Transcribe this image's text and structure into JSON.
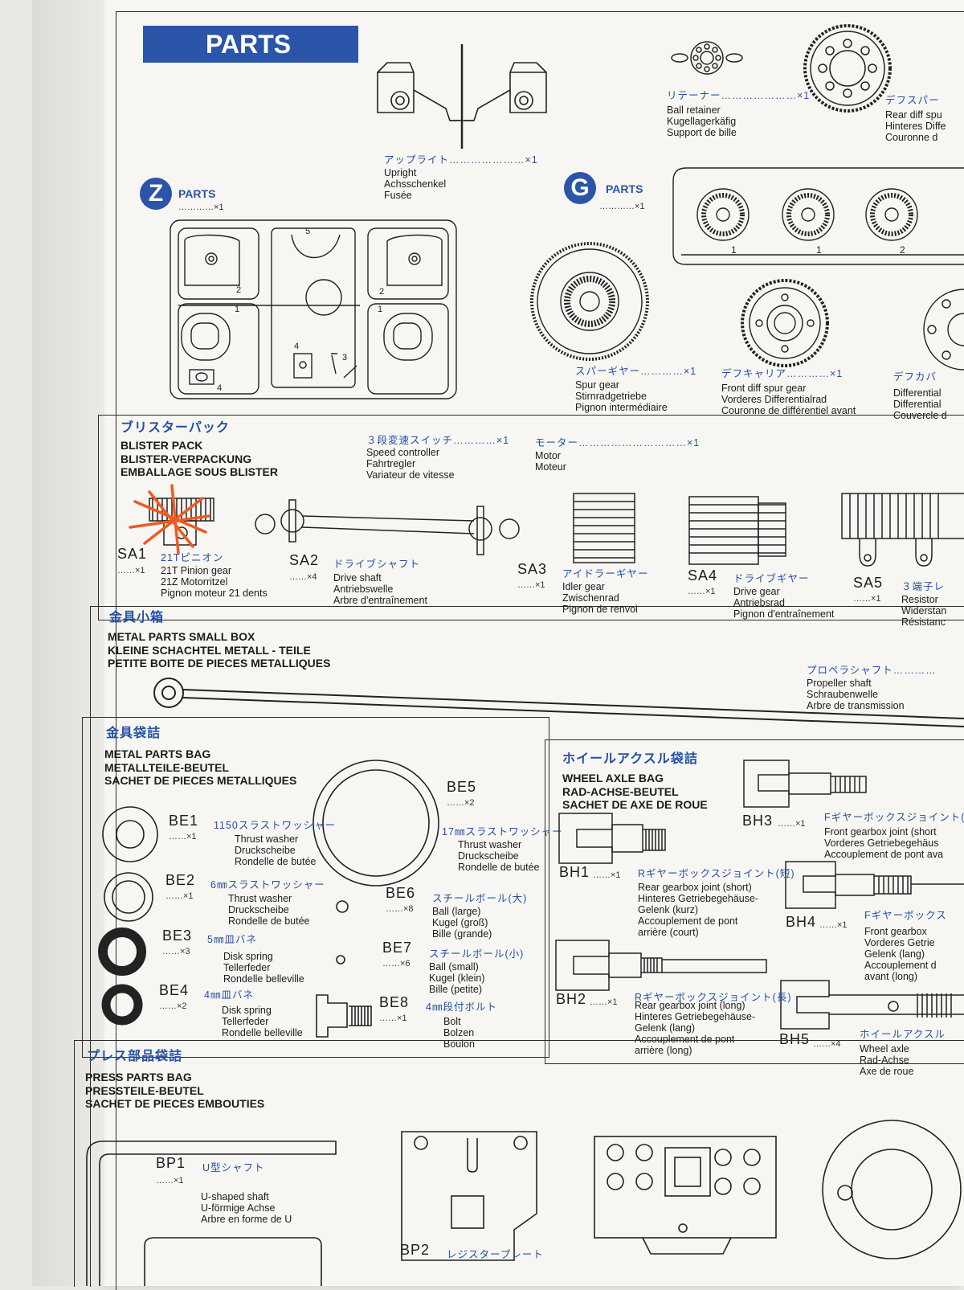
{
  "header": {
    "title": "PARTS"
  },
  "upright": {
    "jp": "アップライト…………………×1",
    "en": "Upright",
    "de": "Achsschenkel",
    "fr": "Fusée"
  },
  "retainer": {
    "jp": "リテーナー…………………×1",
    "en": "Ball retainer",
    "de": "Kugellagerkäfig",
    "fr": "Support de bille"
  },
  "rear_diff": {
    "jp": "デフスパー",
    "en": "Rear diff spu",
    "de": "Hinteres Diffe",
    "fr": "Couronne d"
  },
  "z_parts": {
    "letter": "Z",
    "label": "PARTS",
    "qty": "…………×1",
    "numbers": [
      "5",
      "2",
      "2",
      "1",
      "1",
      "4",
      "3",
      "4"
    ]
  },
  "g_parts": {
    "letter": "G",
    "label": "PARTS",
    "qty": "…………×1",
    "numbers": [
      "1",
      "1",
      "2"
    ]
  },
  "spur": {
    "jp": "スパーギヤー…………×1",
    "en": "Spur gear",
    "de": "Stirnradgetriebe",
    "fr": "Pignon intermédiaire"
  },
  "diff_carrier": {
    "jp": "デフキャリア…………×1",
    "en": "Front diff spur gear",
    "de": "Vorderes Differentialrad",
    "fr": "Couronne de différentiel avant"
  },
  "diff_cover": {
    "jp": "デフカバ",
    "en": "Differential",
    "de": "Differential",
    "fr": "Couvercle d"
  },
  "blister": {
    "jp": "ブリスターパック",
    "en": "BLISTER PACK",
    "de": "BLISTER-VERPACKUNG",
    "fr": "EMBALLAGE SOUS BLISTER",
    "switch": {
      "jp": "３段変速スイッチ…………×1",
      "en": "Speed controller",
      "de": "Fahrtregler",
      "fr": "Variateur de vitesse"
    },
    "motor": {
      "jp": "モーター…………………………×1",
      "en": "Motor",
      "fr": "Moteur"
    },
    "sa1": {
      "code": "SA1",
      "qty": "……×1",
      "jp": "21Tピニオン",
      "en": "21T Pinion gear",
      "de": "21Z Motorritzel",
      "fr": "Pignon moteur 21 dents"
    },
    "sa2": {
      "code": "SA2",
      "qty": "……×4",
      "jp": "ドライブシャフト",
      "en": "Drive shaft",
      "de": "Antriebswelle",
      "fr": "Arbre d'entraînement"
    },
    "sa3": {
      "code": "SA3",
      "qty": "……×1",
      "jp": "アイドラーギヤー",
      "en": "Idler gear",
      "de": "Zwischenrad",
      "fr": "Pignon de renvoi"
    },
    "sa4": {
      "code": "SA4",
      "qty": "……×1",
      "jp": "ドライブギヤー",
      "en": "Drive gear",
      "de": "Antriebsrad",
      "fr": "Pignon d'entraînement"
    },
    "sa5": {
      "code": "SA5",
      "qty": "……×1",
      "jp": "３端子レ",
      "en": "Resistor",
      "de": "Widerstan",
      "fr": "Résistanc"
    }
  },
  "metal_box": {
    "jp": "金具小箱",
    "en": "METAL PARTS SMALL BOX",
    "de": "KLEINE SCHACHTEL METALL - TEILE",
    "fr": "PETITE BOITE DE PIECES METALLIQUES",
    "shaft": {
      "jp": "プロペラシャフト…………",
      "en": "Propeller shaft",
      "de": "Schraubenwelle",
      "fr": "Arbre de transmission"
    }
  },
  "metal_bag": {
    "jp": "金具袋詰",
    "en": "METAL PARTS BAG",
    "de": "METALLTEILE-BEUTEL",
    "fr": "SACHET DE PIECES METALLIQUES",
    "be1": {
      "code": "BE1",
      "qty": "……×1",
      "jp": "1150スラストワッシャー",
      "en": "Thrust washer",
      "de": "Druckscheibe",
      "fr": "Rondelle de butée"
    },
    "be2": {
      "code": "BE2",
      "qty": "……×1",
      "jp": "6㎜スラストワッシャー",
      "en": "Thrust washer",
      "de": "Druckscheibe",
      "fr": "Rondelle de butée"
    },
    "be3": {
      "code": "BE3",
      "qty": "……×3",
      "jp": "5㎜皿バネ",
      "en": "Disk spring",
      "de": "Tellerfeder",
      "fr": "Rondelle belleville"
    },
    "be4": {
      "code": "BE4",
      "qty": "……×2",
      "jp": "4㎜皿バネ",
      "en": "Disk spring",
      "de": "Tellerfeder",
      "fr": "Rondelle belleville"
    },
    "be5": {
      "code": "BE5",
      "qty": "……×2",
      "jp": "17㎜スラストワッシャー",
      "en": "Thrust washer",
      "de": "Druckscheibe",
      "fr": "Rondelle de butée"
    },
    "be6": {
      "code": "BE6",
      "qty": "……×8",
      "jp": "スチールボール(大)",
      "en": "Ball (large)",
      "de": "Kugel (groß)",
      "fr": "Bille (grande)"
    },
    "be7": {
      "code": "BE7",
      "qty": "……×6",
      "jp": "スチールボール(小)",
      "en": "Ball (small)",
      "de": "Kugel (klein)",
      "fr": "Bille (petite)"
    },
    "be8": {
      "code": "BE8",
      "qty": "……×1",
      "jp": "4㎜段付ボルト",
      "en": "Bolt",
      "de": "Bolzen",
      "fr": "Boulon"
    }
  },
  "wheel_bag": {
    "jp": "ホイールアクスル袋詰",
    "en": "WHEEL AXLE BAG",
    "de": "RAD-ACHSE-BEUTEL",
    "fr": "SACHET DE AXE DE ROUE",
    "bh1": {
      "code": "BH1",
      "qty": "……×1",
      "jp": "Rギヤーボックスジョイント(短)",
      "en": "Rear gearbox joint (short)",
      "de": "Hinteres Getriebegehäuse-",
      "de2": "Gelenk (kurz)",
      "fr": "Accouplement de pont",
      "fr2": "arrière (court)"
    },
    "bh2": {
      "code": "BH2",
      "qty": "……×1",
      "jp": "Rギヤーボックスジョイント(長)",
      "en": "Rear gearbox joint (long)",
      "de": "Hinteres Getriebegehäuse-",
      "de2": "Gelenk (lang)",
      "fr": "Accouplement de pont",
      "fr2": "arrière (long)"
    },
    "bh3": {
      "code": "BH3",
      "qty": "……×1",
      "jp": "Fギヤーボックスジョイント(",
      "en": "Front gearbox joint (short",
      "de": "Vorderes Getriebegehäus",
      "fr": "Accouplement de pont ava"
    },
    "bh4": {
      "code": "BH4",
      "qty": "……×1",
      "jp": "Fギヤーボックス",
      "en": "Front gearbox",
      "de": "Vorderes Getrie",
      "de2": "Gelenk (lang)",
      "fr": "Accouplement d",
      "fr2": "avant (long)"
    },
    "bh5": {
      "code": "BH5",
      "qty": "……×4",
      "jp": "ホイールアクスル",
      "en": "Wheel axle",
      "de": "Rad-Achse",
      "fr": "Axe de roue"
    }
  },
  "press_bag": {
    "jp": "プレス部品袋詰",
    "en": "PRESS PARTS BAG",
    "de": "PRESSTEILE-BEUTEL",
    "fr": "SACHET DE PIECES EMBOUTIES",
    "bp1": {
      "code": "BP1",
      "qty": "……×1",
      "jp": "U型シャフト",
      "en": "U-shaped shaft",
      "de": "U-förmige Achse",
      "fr": "Arbre en forme de U"
    },
    "bp2": {
      "code": "BP2",
      "jp": "レジスタープレート"
    }
  },
  "colors": {
    "accent": "#2a55a8",
    "annotation": "#f05a22"
  }
}
